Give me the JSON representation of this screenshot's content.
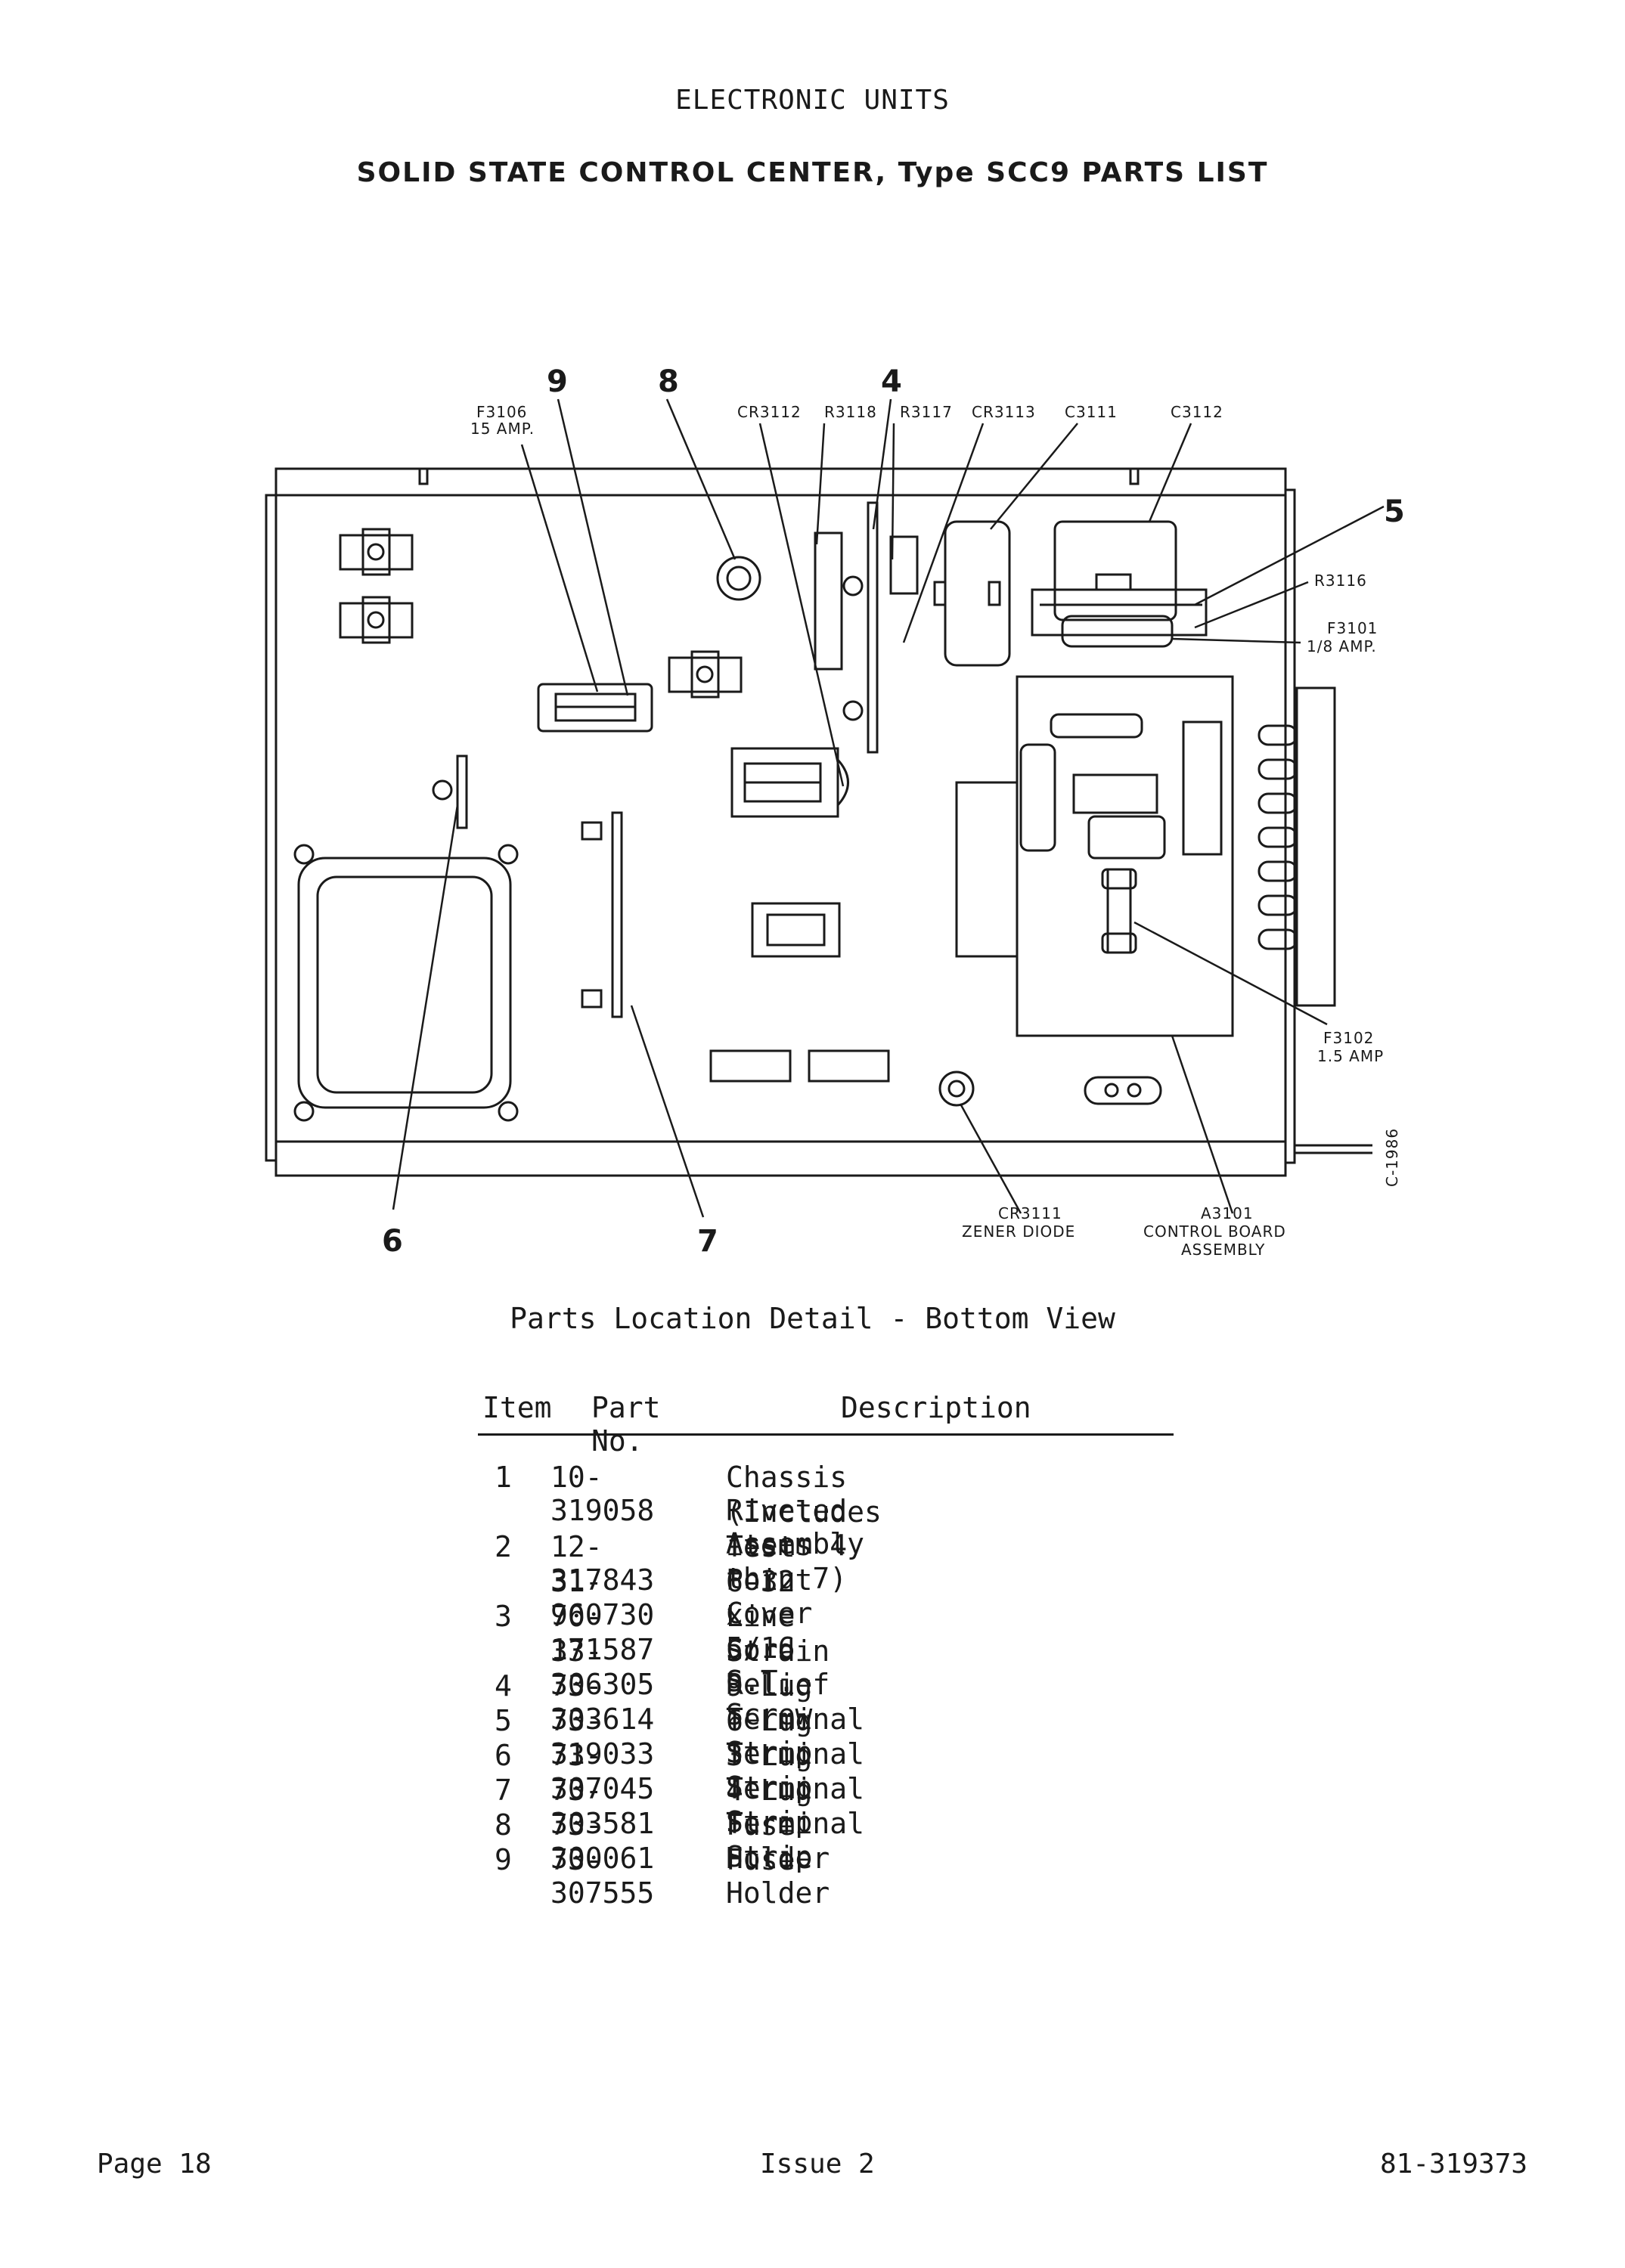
{
  "header": {
    "section": "ELECTRONIC UNITS",
    "title": "SOLID STATE CONTROL CENTER, Type SCC9 PARTS LIST"
  },
  "figure": {
    "callout_numbers": [
      "9",
      "8",
      "4",
      "5",
      "6",
      "7"
    ],
    "labels": {
      "f3106_a": "F3106",
      "f3106_b": "15 AMP.",
      "cr3112": "CR3112",
      "r3118": "R3118",
      "r3117": "R3117",
      "cr3113": "CR3113",
      "c3111": "C3111",
      "c3112": "C3112",
      "r3116": "R3116",
      "f3101_a": "F3101",
      "f3101_b": "1/8 AMP.",
      "f3102_a": "F3102",
      "f3102_b": "1.5 AMP",
      "cr3111_a": "CR3111",
      "cr3111_b": "ZENER DIODE",
      "a3101_a": "A3101",
      "a3101_b": "CONTROL BOARD",
      "a3101_c": "ASSEMBLY",
      "drawing_no": "C-1986"
    },
    "caption": "Parts Location Detail - Bottom View"
  },
  "parts_table": {
    "headers": {
      "item": "Item",
      "part_no": "Part No.",
      "description": "Description"
    },
    "rows": [
      {
        "item": "1",
        "part_no": "10-319058",
        "description": "Chassis Riveted Assembly"
      },
      {
        "item": "",
        "part_no": "",
        "description": "(Includes items 4 thru 7)"
      },
      {
        "item": "2",
        "part_no": "12-317843",
        "description": "Test Point Cover"
      },
      {
        "item": "",
        "part_no": "31-960730",
        "description": "6-32 x 5/16 S.T. Screw"
      },
      {
        "item": "3",
        "part_no": "70-171587",
        "description": "Line Cord"
      },
      {
        "item": "",
        "part_no": "33-306305",
        "description": "Strain Relief"
      },
      {
        "item": "4",
        "part_no": "73-303614",
        "description": "9 Lug Terminal Strip"
      },
      {
        "item": "5",
        "part_no": "73-319033",
        "description": "6 Lug Terminal Strip"
      },
      {
        "item": "6",
        "part_no": "73-307045",
        "description": "3 Lug Terminal Strip"
      },
      {
        "item": "7",
        "part_no": "73-303581",
        "description": "4 Lug Terminal Strip"
      },
      {
        "item": "8",
        "part_no": "73-300061",
        "description": "Fuse Holder"
      },
      {
        "item": "9",
        "part_no": "73-307555",
        "description": "Fuse Holder"
      }
    ]
  },
  "footer": {
    "page": "Page 18",
    "issue": "Issue 2",
    "doc_number": "81-319373"
  }
}
